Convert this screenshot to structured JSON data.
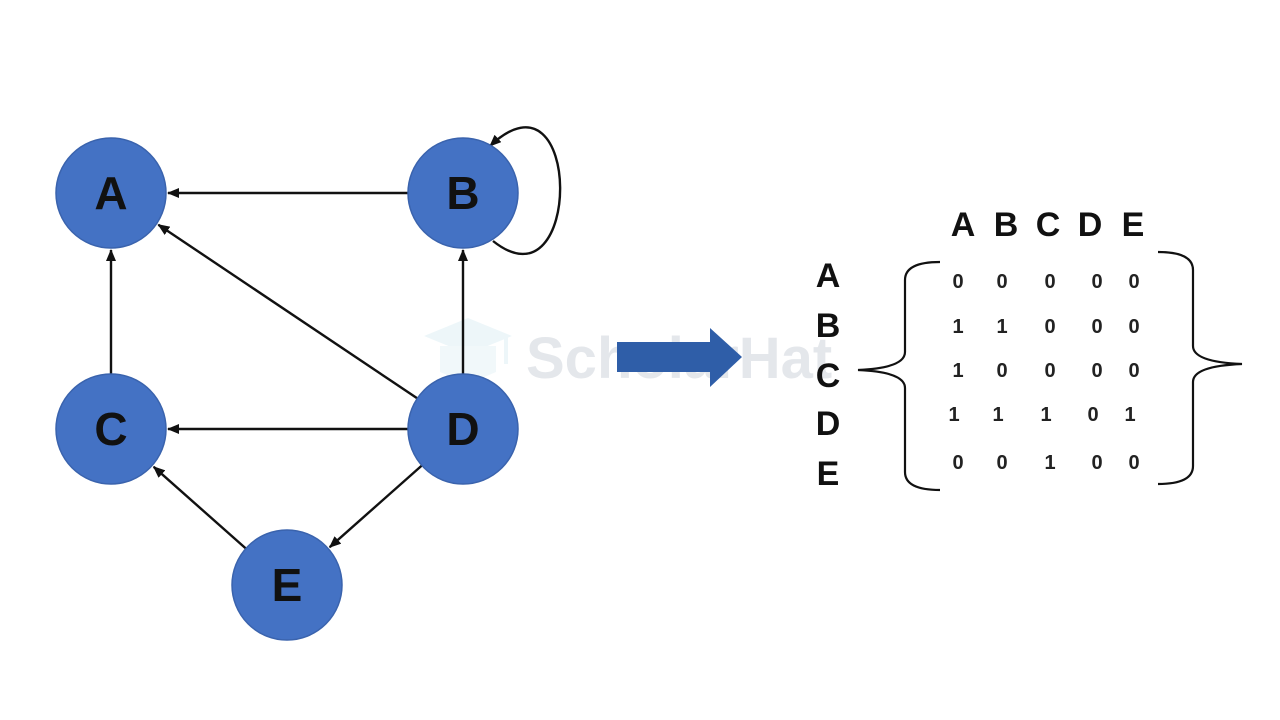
{
  "colors": {
    "node_fill": "#4472C4",
    "node_stroke": "#3a63ad",
    "edge": "#111111",
    "arrow_fill": "#2f5ea8",
    "watermark": "#d9dde3",
    "watermark_logo": "#dff0f5"
  },
  "watermark": {
    "text": "ScholarHat",
    "icon": "graduation-cap-icon"
  },
  "graph": {
    "nodes": [
      {
        "id": "A",
        "label": "A"
      },
      {
        "id": "B",
        "label": "B"
      },
      {
        "id": "C",
        "label": "C"
      },
      {
        "id": "D",
        "label": "D"
      },
      {
        "id": "E",
        "label": "E"
      }
    ],
    "edges": [
      {
        "from": "B",
        "to": "A"
      },
      {
        "from": "B",
        "to": "B"
      },
      {
        "from": "C",
        "to": "A"
      },
      {
        "from": "D",
        "to": "A"
      },
      {
        "from": "D",
        "to": "B"
      },
      {
        "from": "D",
        "to": "C"
      },
      {
        "from": "D",
        "to": "E"
      },
      {
        "from": "E",
        "to": "C"
      }
    ]
  },
  "matrix": {
    "column_headers": [
      "A",
      "B",
      "C",
      "D",
      "E"
    ],
    "row_headers": [
      "A",
      "B",
      "C",
      "D",
      "E"
    ],
    "rows": [
      [
        "0",
        "0",
        "0",
        "0",
        "0"
      ],
      [
        "1",
        "1",
        "0",
        "0",
        "0"
      ],
      [
        "1",
        "0",
        "0",
        "0",
        "0"
      ],
      [
        "1",
        "1",
        "1",
        "0",
        "1"
      ],
      [
        "0",
        "0",
        "1",
        "0",
        "0"
      ]
    ]
  }
}
